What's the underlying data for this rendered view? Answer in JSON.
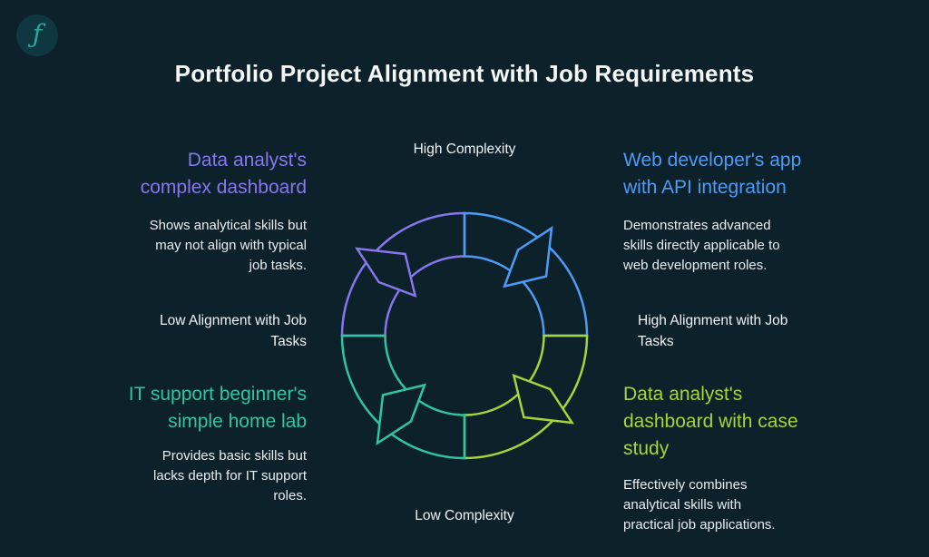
{
  "title": "Portfolio Project Alignment with Job Requirements",
  "logo": {
    "glyph": "ƒ"
  },
  "diagram": {
    "top_label": "High Complexity",
    "bottom_label": "Low Complexity",
    "colors": {
      "top_left": "#8678EC",
      "top_right": "#4E9BF5",
      "bottom_right": "#A3D636",
      "bottom_left": "#2EC5A2"
    }
  },
  "axis": {
    "left": "Low Alignment with Job\nTasks",
    "right": "High Alignment with Job\nTasks"
  },
  "quadrants": {
    "top_left": {
      "heading": "Data analyst's\ncomplex dashboard",
      "body": "Shows analytical skills but\nmay not align with typical\njob tasks.",
      "color": "#8678EC"
    },
    "top_right": {
      "heading": "Web developer's app\nwith API integration",
      "body": "Demonstrates advanced\nskills directly applicable to\nweb development roles.",
      "color": "#4E9BF5"
    },
    "bottom_left": {
      "heading": "IT support beginner's\nsimple home lab",
      "body": "Provides basic skills but\nlacks depth for IT support\nroles.",
      "color": "#2EC5A2"
    },
    "bottom_right": {
      "heading": "Data analyst's\ndashboard with case\nstudy",
      "body": "Effectively combines\nanalytical skills with\npractical job applications.",
      "color": "#A3D636"
    }
  }
}
